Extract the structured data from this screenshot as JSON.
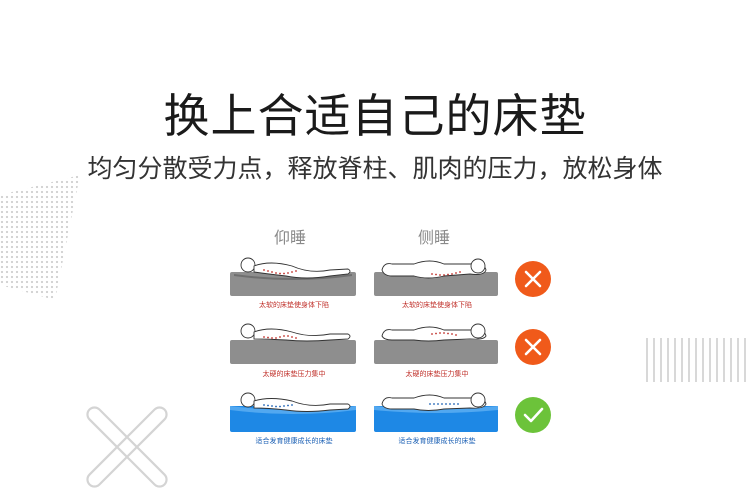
{
  "title": "换上合适自己的床垫",
  "subtitle": "均匀分散受力点，释放脊柱、肌肉的压力，放松身体",
  "columns": {
    "back": "仰睡",
    "side": "侧睡"
  },
  "rows": [
    {
      "back_caption": "太软的床垫使身体下陷",
      "side_caption": "太软的床垫使身体下陷",
      "result": "wrong",
      "mattress_color": "#8e8e8e"
    },
    {
      "back_caption": "太硬的床垫压力集中",
      "side_caption": "太硬的床垫压力集中",
      "result": "wrong",
      "mattress_color": "#8e8e8e"
    },
    {
      "back_caption": "适合发育健康成长的床垫",
      "side_caption": "适合发育健康成长的床垫",
      "result": "right",
      "mattress_color": "#1e88e5"
    }
  ],
  "icons": {
    "wrong": "x-mark-icon",
    "right": "check-mark-icon"
  },
  "colors": {
    "wrong_badge": "#f05a1a",
    "right_badge": "#6cc33a",
    "spine_dots_red": "#c0302a",
    "spine_dots_blue": "#1a5fb4"
  }
}
